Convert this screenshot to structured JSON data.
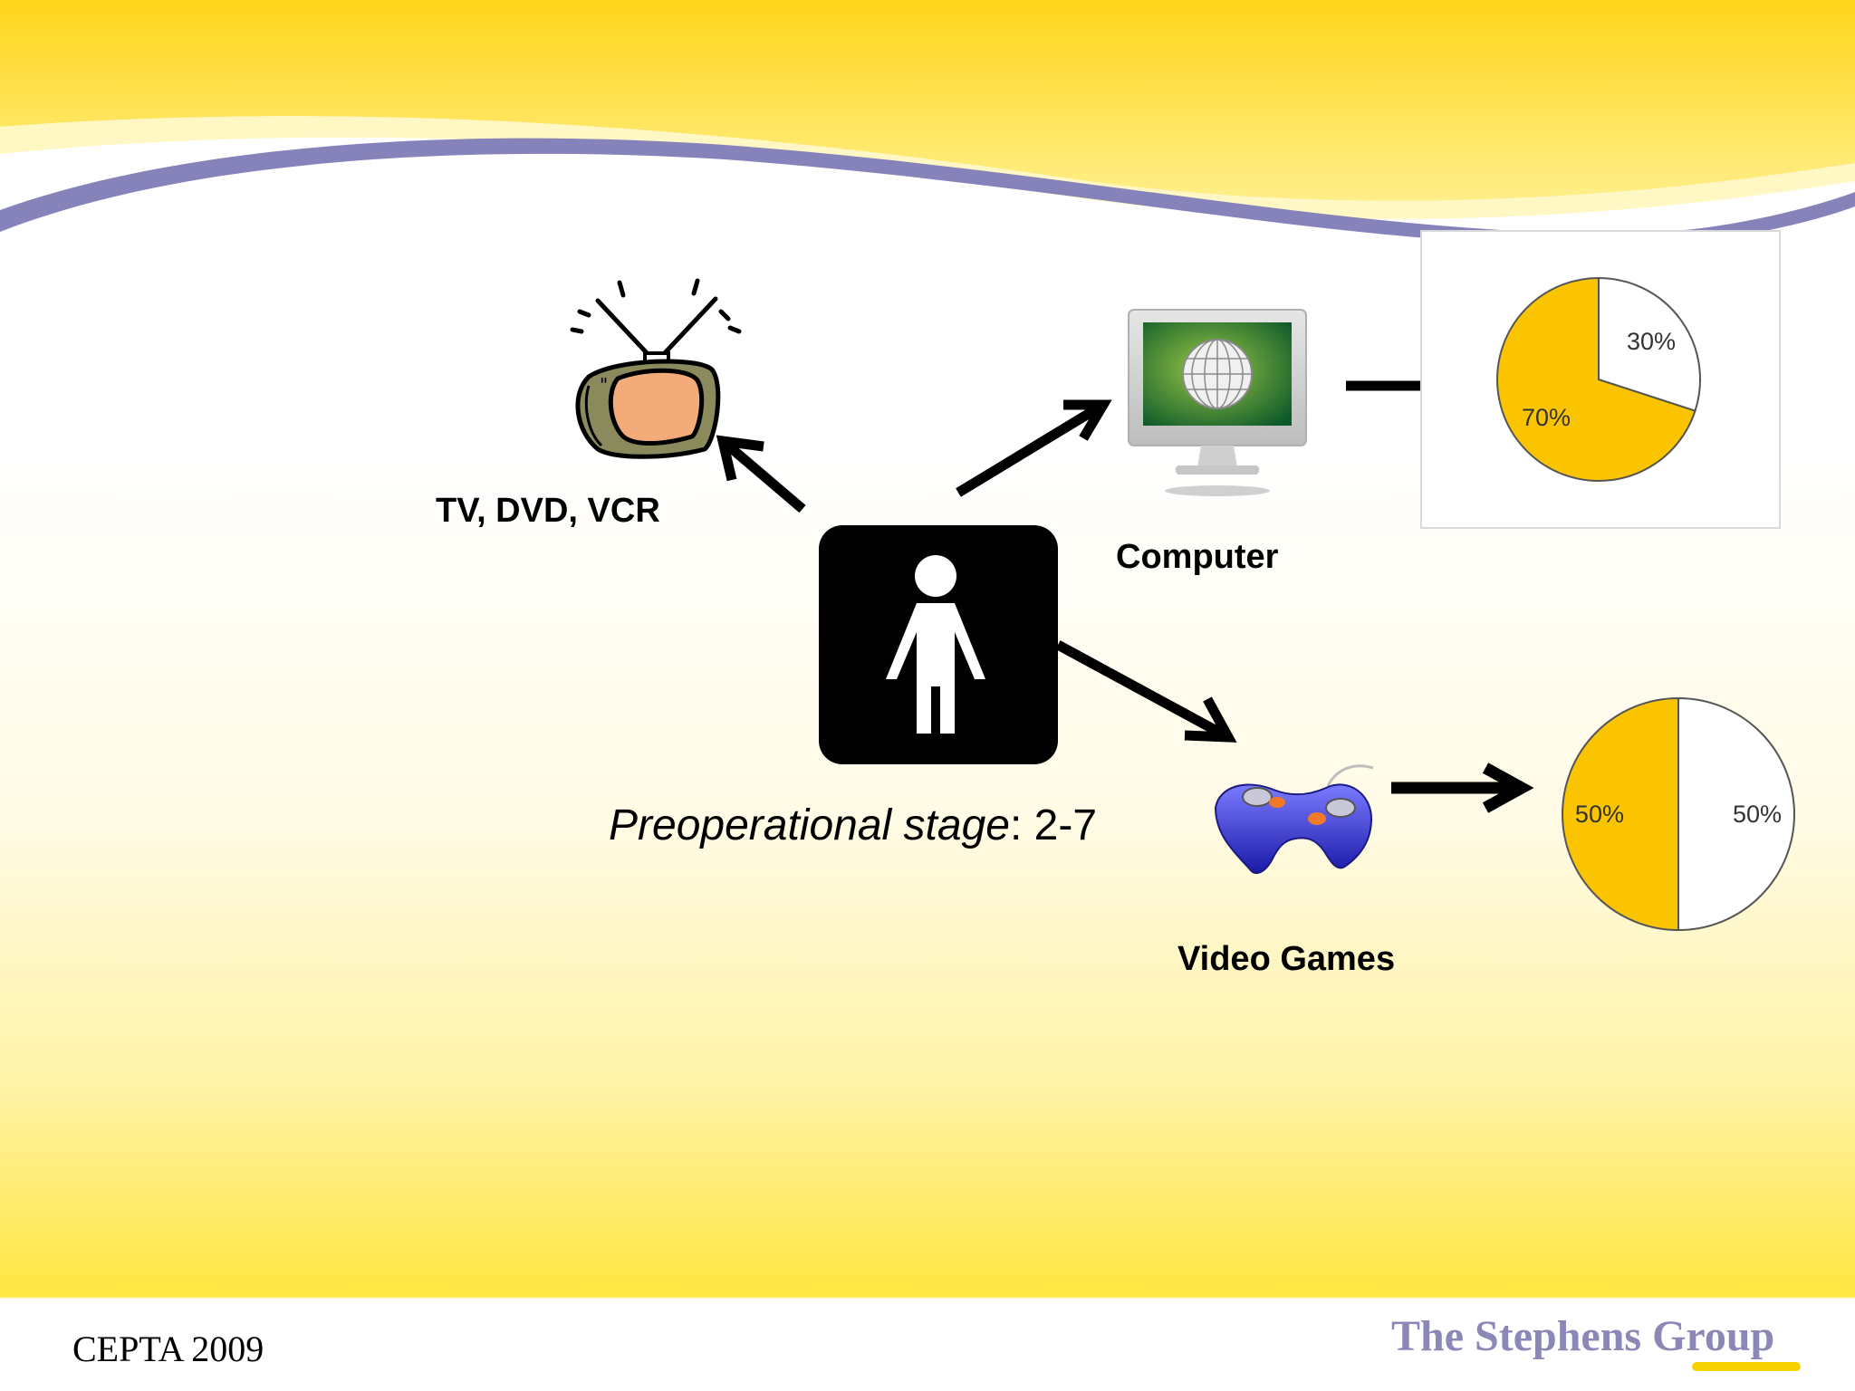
{
  "diagram": {
    "stage_caption": {
      "italic": "Preoperational stage",
      "rest": ": 2-7"
    },
    "nodes": {
      "tv": "TV, DVD, VCR",
      "computer": "Computer",
      "video_games": "Video Games"
    },
    "icons": {
      "center": "person-icon",
      "tv": "retro-tv-icon",
      "computer": "computer-monitor-globe-icon",
      "video_games": "gamepad-icon"
    }
  },
  "chart_data": [
    {
      "type": "pie",
      "slices": [
        {
          "label": "70%",
          "value": 70,
          "color": "#fbc400"
        },
        {
          "label": "30%",
          "value": 30,
          "color": "#ffffff"
        }
      ]
    },
    {
      "type": "pie",
      "slices": [
        {
          "label": "50%",
          "value": 50,
          "color": "#fbc400"
        },
        {
          "label": "50%",
          "value": 50,
          "color": "#ffffff"
        }
      ]
    }
  ],
  "footer": {
    "left": "CEPTA 2009",
    "right": "The Stephens Group"
  },
  "colors": {
    "yellow": "#fbc400",
    "header_yellow": "#ffd92b",
    "purple_wave": "#8683bb",
    "footer_text": "#8b88b8"
  }
}
